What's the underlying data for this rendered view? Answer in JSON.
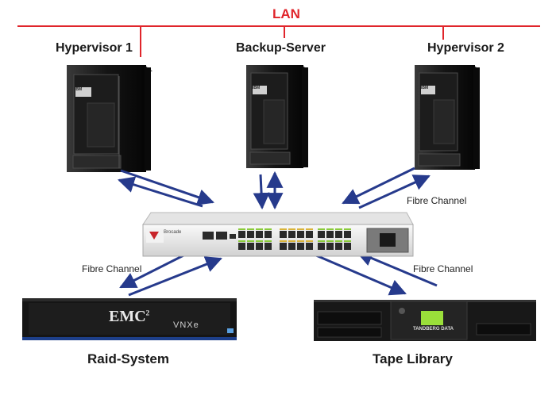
{
  "network": {
    "lan_label": "LAN",
    "lan_color": "#e0252b",
    "link_color": "#263a8c"
  },
  "nodes": {
    "hypervisor1": {
      "label": "Hypervisor 1",
      "brand": "IBM"
    },
    "backup_server": {
      "label": "Backup-Server",
      "brand": "IBM"
    },
    "hypervisor2": {
      "label": "Hypervisor 2",
      "brand": "IBM"
    },
    "switch": {
      "brand": "Brocade"
    },
    "raid": {
      "label": "Raid-System",
      "brand": "EMC",
      "brand_sup": "2",
      "model": "VNXe"
    },
    "tape": {
      "label": "Tape Library",
      "brand": "TANDBERG DATA"
    }
  },
  "links": {
    "fc_right_top": "Fibre Channel",
    "fc_left_bottom": "Fibre Channel",
    "fc_right_bottom": "Fibre Channel"
  }
}
